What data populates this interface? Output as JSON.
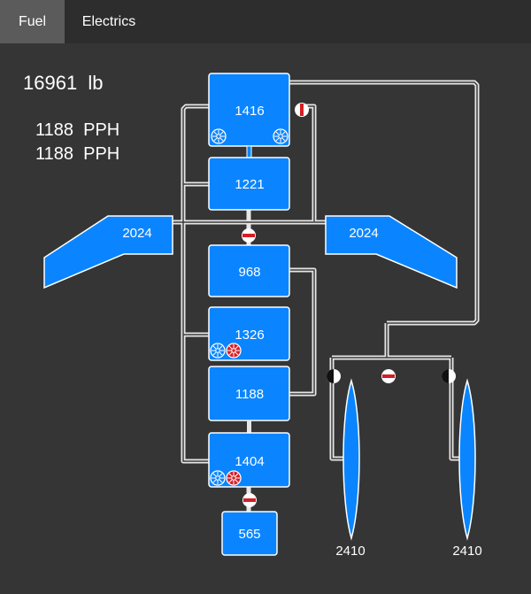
{
  "tabs": [
    {
      "label": "Fuel",
      "active": true
    },
    {
      "label": "Electrics",
      "active": false
    }
  ],
  "readouts": {
    "total_weight": "16961  lb",
    "fuel_flow_1": "1188  PPH",
    "fuel_flow_2": "1188  PPH"
  },
  "tanks": {
    "top": "1416",
    "upper": "1221",
    "left_wing": "2024",
    "right_wing": "2024",
    "center_fwd": "968",
    "center_mid": "1326",
    "center_aft": "1188",
    "lower": "1404",
    "bottom": "565"
  },
  "external_tanks": {
    "left": "2410",
    "right": "2410"
  },
  "colors": {
    "tank_fill": "#0a85ff",
    "line": "#e6e6e6",
    "valve_red": "#d41e25",
    "background": "#353535",
    "tabbar": "#2d2d2d",
    "active_tab": "#5b5b5b"
  },
  "icons": {
    "pump_off": "pump-off-icon",
    "pump_on": "pump-on-icon",
    "valve": "valve-icon"
  }
}
